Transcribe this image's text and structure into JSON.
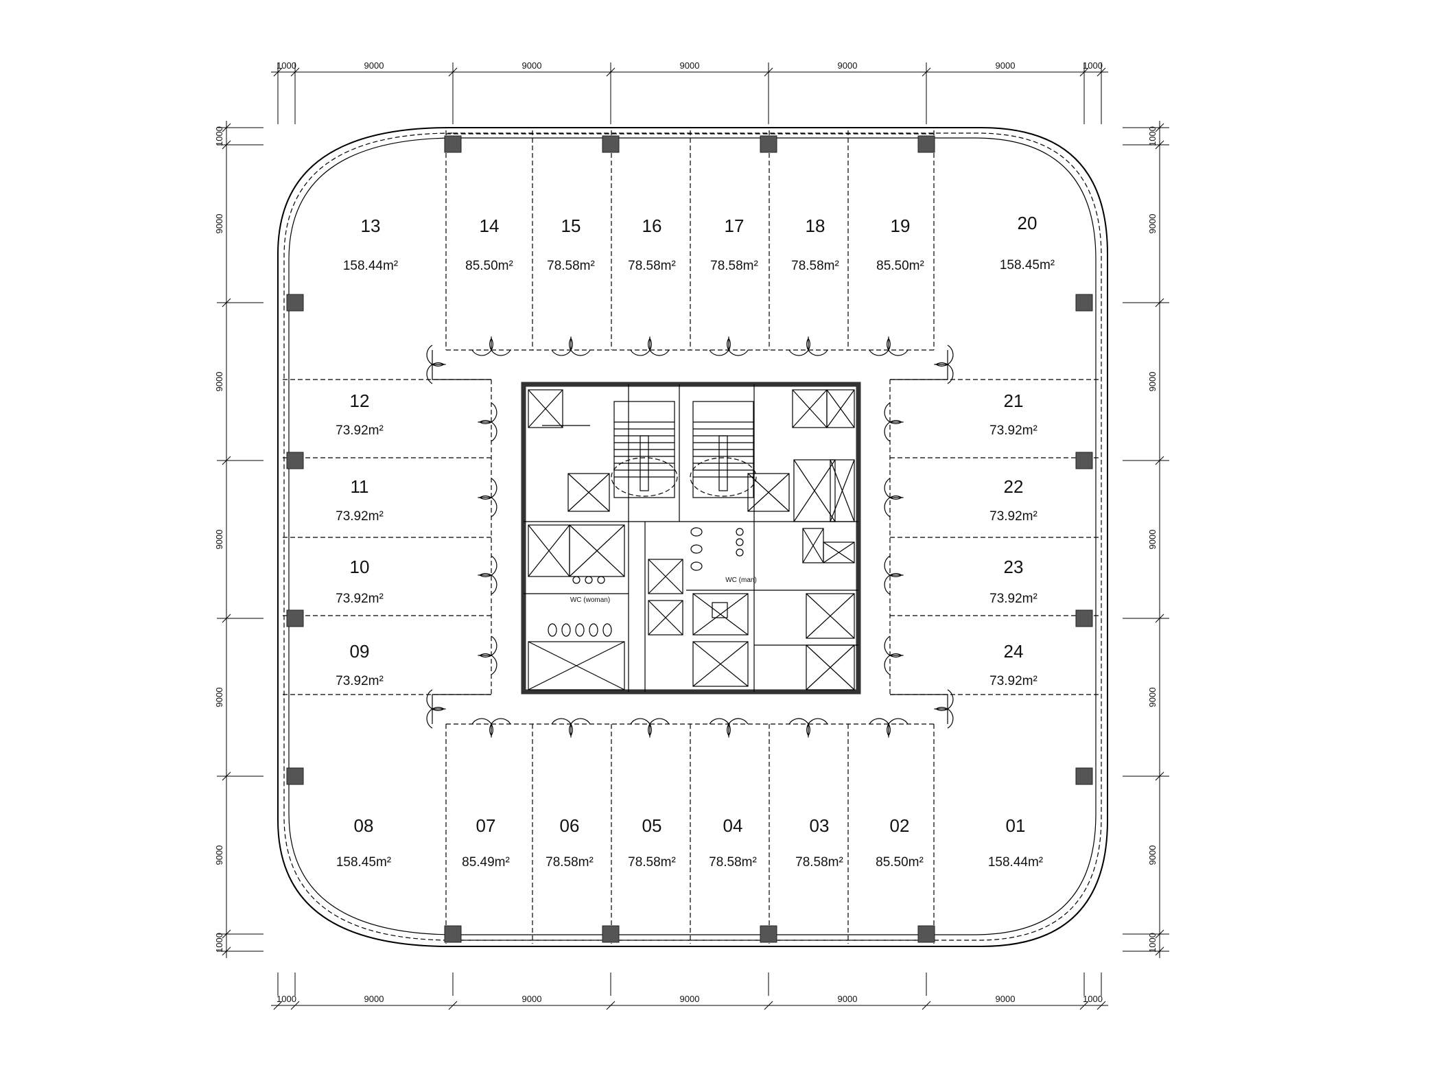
{
  "dimensions": {
    "top": [
      "1000",
      "9000",
      "9000",
      "9000",
      "9000",
      "9000",
      "1000"
    ],
    "bottom": [
      "1000",
      "9000",
      "9000",
      "9000",
      "9000",
      "9000",
      "1000"
    ],
    "left": [
      "1000",
      "9000",
      "9000",
      "9000",
      "9000",
      "9000",
      "1000"
    ],
    "right": [
      "1000",
      "9000",
      "9000",
      "9000",
      "9000",
      "9000",
      "1000"
    ]
  },
  "units": [
    {
      "id": "13",
      "area": "158.44m²"
    },
    {
      "id": "14",
      "area": "85.50m²"
    },
    {
      "id": "15",
      "area": "78.58m²"
    },
    {
      "id": "16",
      "area": "78.58m²"
    },
    {
      "id": "17",
      "area": "78.58m²"
    },
    {
      "id": "18",
      "area": "78.58m²"
    },
    {
      "id": "19",
      "area": "85.50m²"
    },
    {
      "id": "20",
      "area": "158.45m²"
    },
    {
      "id": "12",
      "area": "73.92m²"
    },
    {
      "id": "11",
      "area": "73.92m²"
    },
    {
      "id": "10",
      "area": "73.92m²"
    },
    {
      "id": "09",
      "area": "73.92m²"
    },
    {
      "id": "21",
      "area": "73.92m²"
    },
    {
      "id": "22",
      "area": "73.92m²"
    },
    {
      "id": "23",
      "area": "73.92m²"
    },
    {
      "id": "24",
      "area": "73.92m²"
    },
    {
      "id": "08",
      "area": "158.45m²"
    },
    {
      "id": "07",
      "area": "85.49m²"
    },
    {
      "id": "06",
      "area": "78.58m²"
    },
    {
      "id": "05",
      "area": "78.58m²"
    },
    {
      "id": "04",
      "area": "78.58m²"
    },
    {
      "id": "03",
      "area": "78.58m²"
    },
    {
      "id": "02",
      "area": "85.50m²"
    },
    {
      "id": "01",
      "area": "158.44m²"
    }
  ],
  "core_labels": {
    "wc_women": "WC (woman)",
    "wc_men": "WC (man)"
  }
}
